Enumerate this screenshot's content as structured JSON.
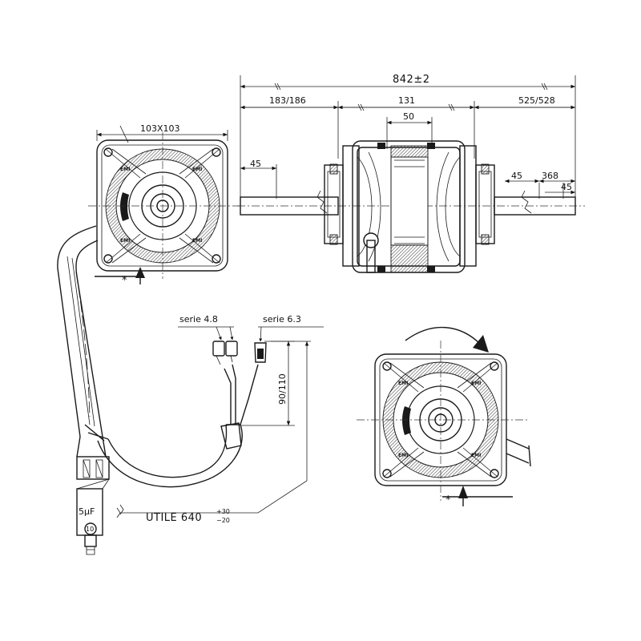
{
  "dimensions": {
    "overall_length": "842±2",
    "left_shaft": "183/186",
    "body_length": "131",
    "right_shaft": "525/528",
    "center_width": "50",
    "left_flat": "45",
    "right_flat": "45",
    "right_368": "368",
    "right_end": "45",
    "frame_size": "103X103",
    "lead_90_110": "90/110"
  },
  "connectors": {
    "serie_48": "serie 4.8",
    "serie_63": "serie 6.3"
  },
  "cable": {
    "utile_label": "UTILE 640",
    "tol_plus": "+30",
    "tol_minus": "−20"
  },
  "capacitor": {
    "value": "5µF",
    "code": "10"
  },
  "marks": {
    "asterisk": "*",
    "emi": "EMI"
  }
}
